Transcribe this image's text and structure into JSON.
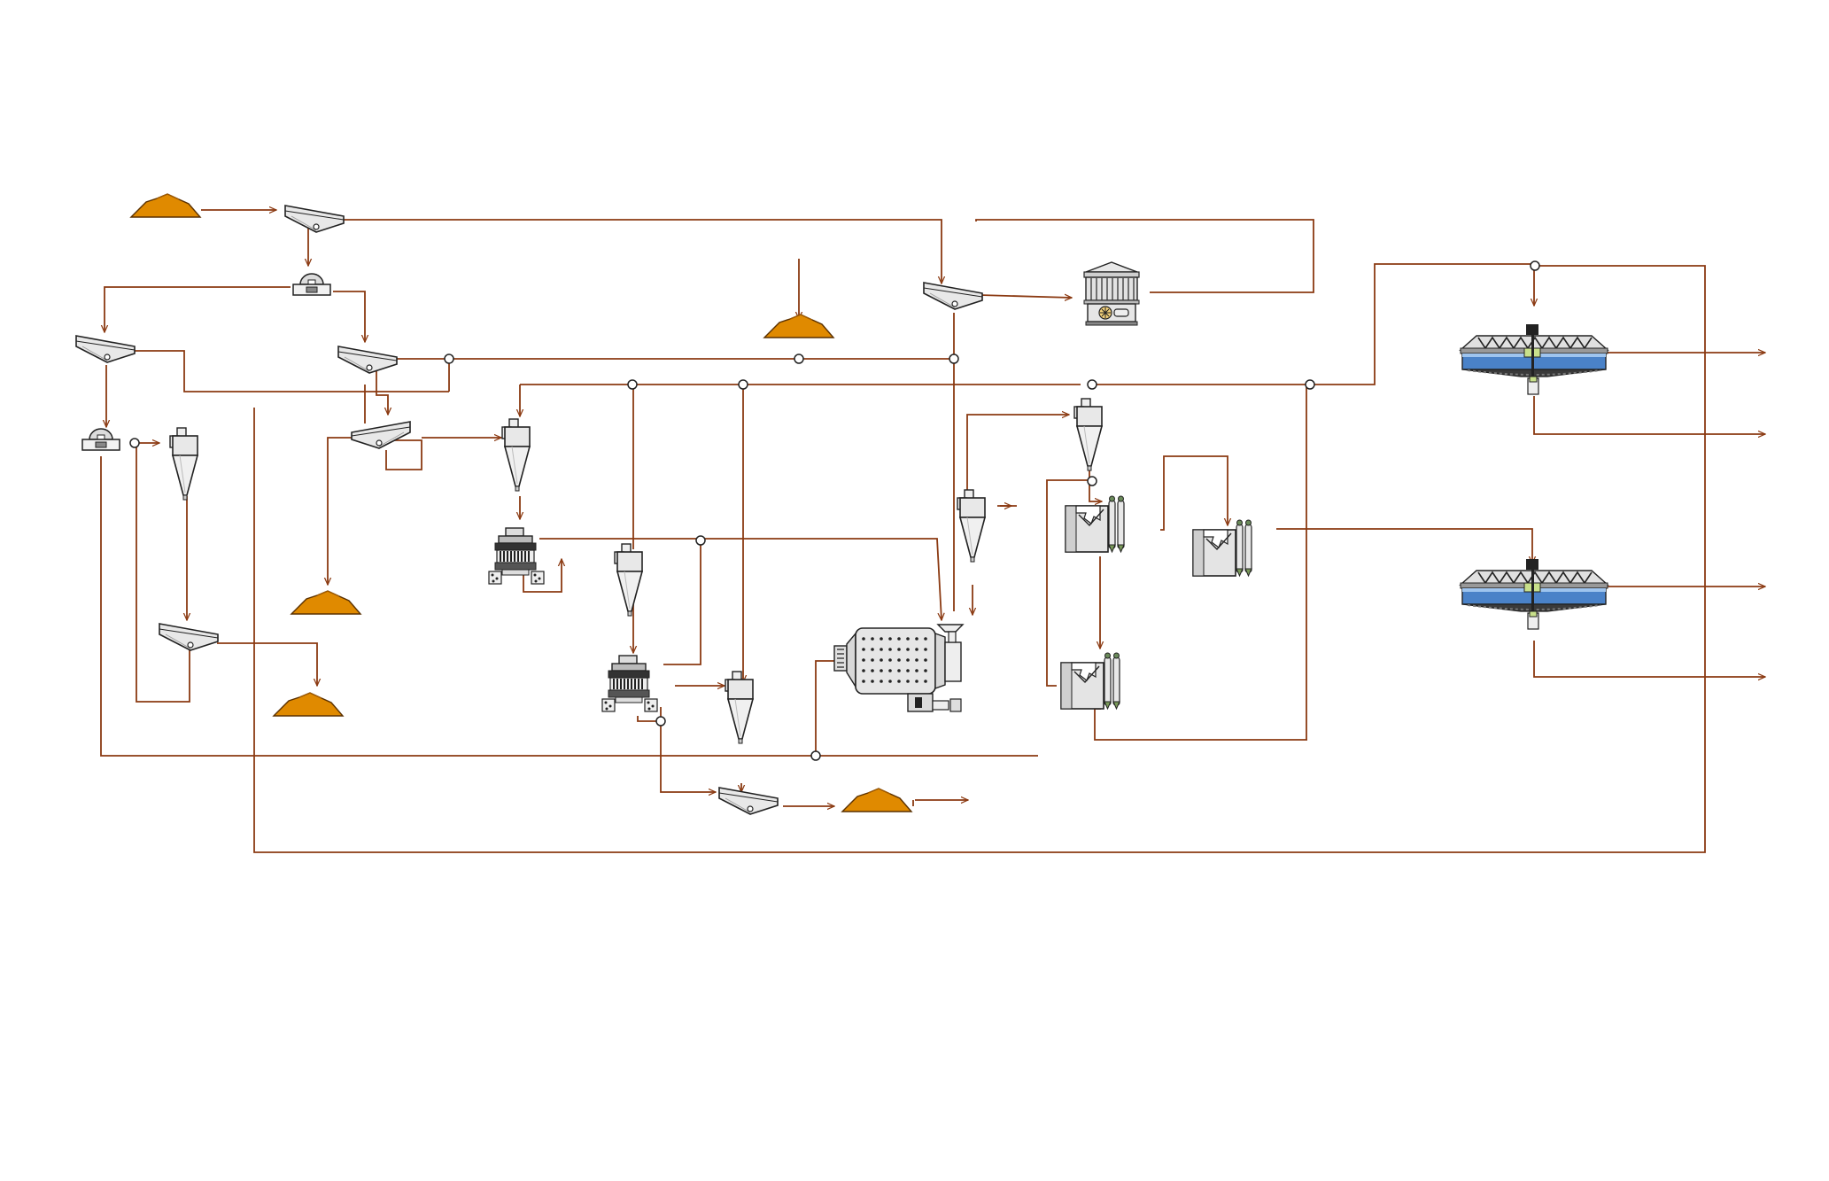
{
  "diagram": {
    "colors": {
      "background": "#ffffff",
      "flow_line": "#8B3A12",
      "ore_pile": "#E08A00",
      "ore_pile_dark": "#A85E00",
      "equipment_fill": "#e8e8e8",
      "equipment_stroke": "#222222",
      "thickener_liquid": "#4a82c8",
      "junction_fill": "#ffffff"
    },
    "equipment": [
      {
        "id": "ore-pile-feed",
        "icon": "ore-pile-icon"
      },
      {
        "id": "ore-pile-mid-feed",
        "icon": "ore-pile-icon"
      },
      {
        "id": "ore-pile-product-1",
        "icon": "ore-pile-icon"
      },
      {
        "id": "ore-pile-product-2",
        "icon": "ore-pile-icon"
      },
      {
        "id": "ore-pile-product-3",
        "icon": "ore-pile-icon"
      },
      {
        "id": "vibrating-screen",
        "icon": "vibrating-screen-icon"
      },
      {
        "id": "magnetic-separator",
        "icon": "magnetic-separator-icon"
      },
      {
        "id": "hydrocyclone",
        "icon": "hydrocyclone-icon"
      },
      {
        "id": "high-pressure-roller-mill",
        "icon": "hpgr-icon"
      },
      {
        "id": "ball-mill",
        "icon": "ball-mill-icon"
      },
      {
        "id": "disc-vacuum-filter",
        "icon": "disc-filter-icon"
      },
      {
        "id": "flotation-cell",
        "icon": "flotation-cell-icon"
      },
      {
        "id": "thickener",
        "icon": "thickener-icon"
      }
    ]
  }
}
